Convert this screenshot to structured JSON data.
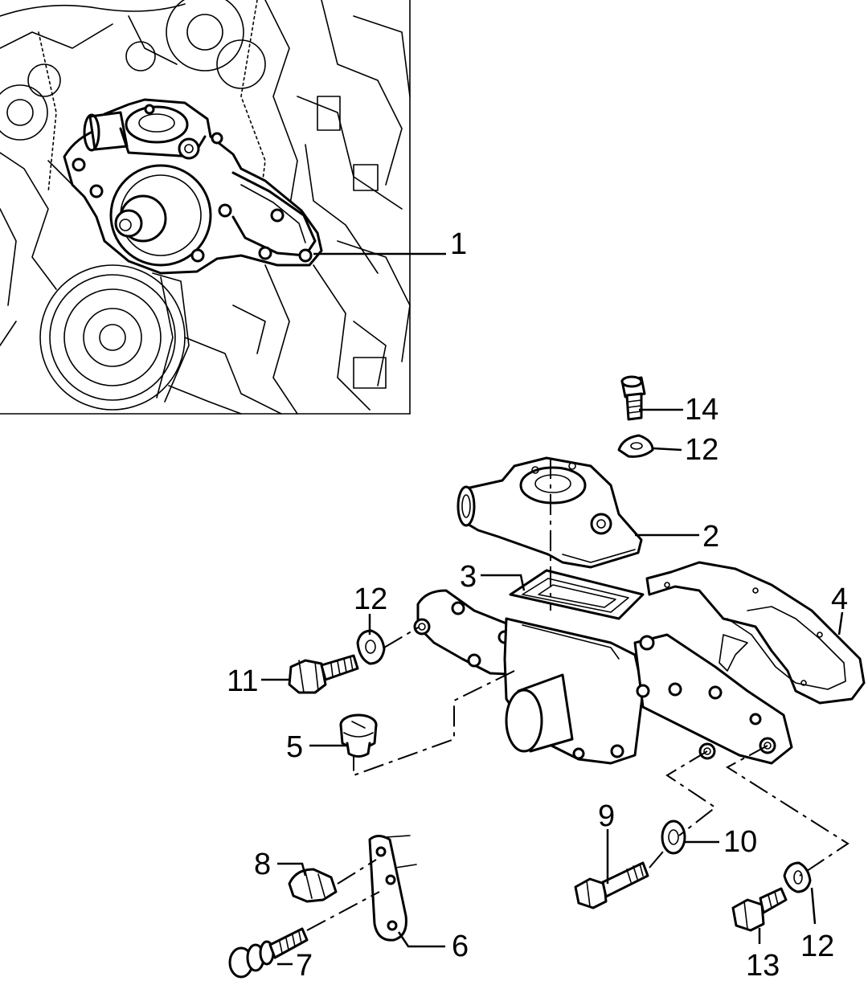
{
  "callouts": {
    "c1": "1",
    "c2": "2",
    "c3": "3",
    "c4": "4",
    "c5": "5",
    "c6": "6",
    "c7": "7",
    "c8": "8",
    "c9": "9",
    "c10": "10",
    "c11": "11",
    "c12a": "12",
    "c12b": "12",
    "c12c": "12",
    "c13": "13",
    "c14": "14"
  }
}
